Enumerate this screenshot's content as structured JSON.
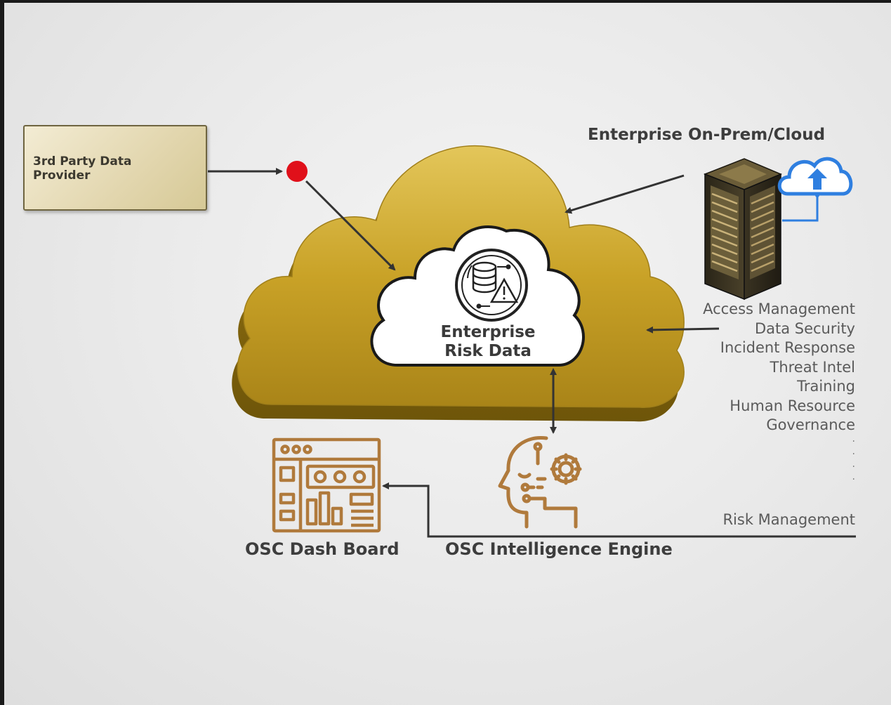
{
  "provider": {
    "label": "3rd Party Data\nProvider"
  },
  "enterprise": {
    "title": "Enterprise On-Prem/Cloud"
  },
  "core": {
    "line1": "Enterprise",
    "line2": "Risk Data"
  },
  "domains": [
    "Access Management",
    "Data Security",
    "Incident Response",
    "Threat Intel",
    "Training",
    "Human Resource",
    "Governance"
  ],
  "domains_last": "Risk Management",
  "engine": {
    "label": "OSC Intelligence Engine"
  },
  "dashboard": {
    "label": "OSC Dash Board"
  },
  "colors": {
    "gold": "#c9a227",
    "gold_dark": "#8a6d12",
    "bronze": "#b07a3c",
    "red_dot": "#e0101a",
    "arrow": "#333333",
    "cloud_blue": "#2f7fe0"
  },
  "icons": {
    "provider": "database-stack-icon",
    "enterprise": "server-tower-icon",
    "upload": "cloud-upload-icon",
    "core": "database-warning-icon",
    "engine": "ai-head-gear-icon",
    "dashboard": "dashboard-icon"
  }
}
